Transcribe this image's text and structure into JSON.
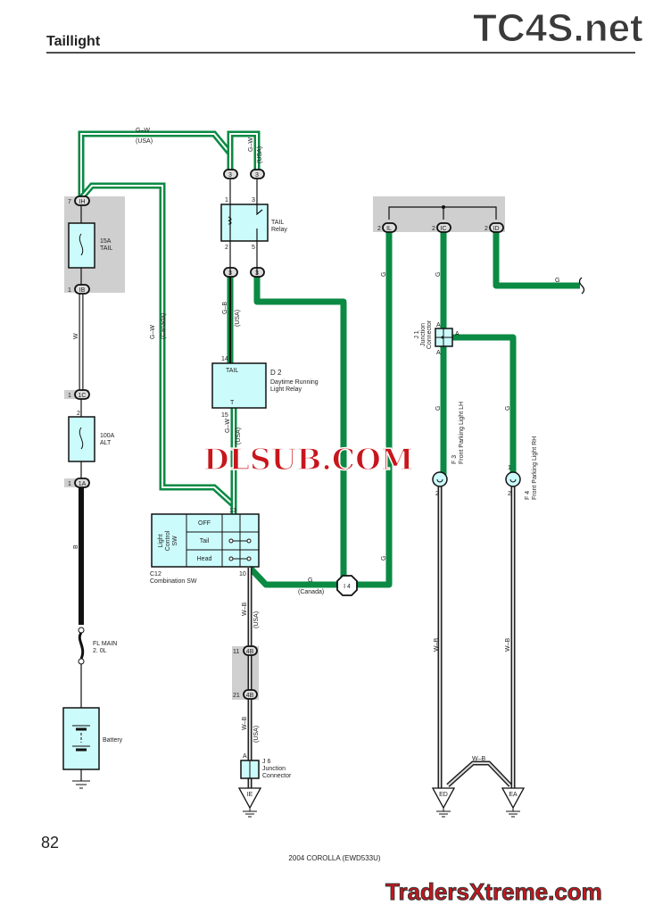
{
  "header": {
    "title": "Taillight",
    "logo": "TC4S.net"
  },
  "footer": {
    "page_number": "82",
    "model": "2004 COROLLA (EWD533U)"
  },
  "watermarks": {
    "center": "DLSUB.COM",
    "bottom": "TradersXtreme.com"
  },
  "wires": {
    "gw": "G–W",
    "usa": "(USA)",
    "canada": "(Canada)",
    "gb": "G–B",
    "w": "W",
    "b": "B",
    "g": "G",
    "wb": "W–B"
  },
  "connectors": {
    "ih": "IH",
    "ib": "IB",
    "c1": "1C",
    "a1": "1A",
    "relay": "3",
    "il": "IL",
    "ic": "IC",
    "id": "ID",
    "i4": "I 4",
    "b4": "4B",
    "ie": "IE",
    "ed": "ED",
    "ea": "EA"
  },
  "pins": {
    "p7": "7",
    "p1": "1",
    "p2": "2",
    "p3": "3",
    "p5": "5",
    "p14": "14",
    "p15": "15",
    "p13": "13",
    "p10": "10",
    "p11": "11",
    "p21": "21",
    "pa": "A"
  },
  "components": {
    "fuse_tail": [
      "15A",
      "TAIL"
    ],
    "fuse_alt": [
      "100A",
      "ALT"
    ],
    "fl_main": [
      "FL MAIN",
      "2. 0L"
    ],
    "battery": "Battery",
    "tail_relay": [
      "TAIL",
      "Relay"
    ],
    "d2": {
      "code": "D 2",
      "name": [
        "Daytime Running",
        "Light Relay"
      ],
      "tail": "TAIL",
      "t": "T"
    },
    "c12": {
      "code": "C12",
      "name": "Combination SW",
      "sw": [
        "Light",
        "Control",
        "SW"
      ],
      "positions": [
        "OFF",
        "Tail",
        "Head"
      ]
    },
    "j1": {
      "code": "J 1",
      "name": [
        "Junction",
        "Connector"
      ]
    },
    "j6": {
      "code": "J 6",
      "name": [
        "Junction",
        "Connector"
      ]
    },
    "f3": {
      "code": "F 3",
      "name": "Front Parking Light LH"
    },
    "f4": {
      "code": "F 4",
      "name": "Front Parking Light RH"
    }
  }
}
